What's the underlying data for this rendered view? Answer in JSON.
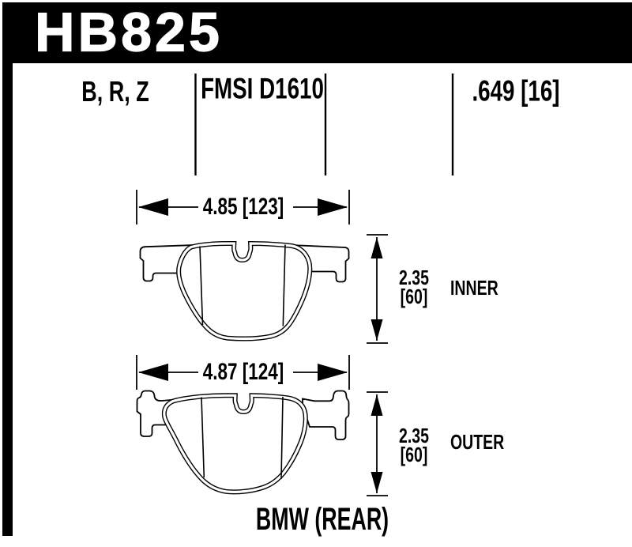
{
  "title_block": {
    "part_number": "HB825"
  },
  "spec_row": {
    "compounds": "B, R, Z",
    "fmsi": "FMSI D1610",
    "pad_thickness": ".649 [16]"
  },
  "inner_pad": {
    "width_dim": "4.85 [123]",
    "thickness_in": "2.35",
    "thickness_mm": "[60]",
    "label": "INNER"
  },
  "outer_pad": {
    "width_dim": "4.87 [124]",
    "thickness_in": "2.35",
    "thickness_mm": "[60]",
    "label": "OUTER"
  },
  "footer": {
    "application": "BMW (REAR)"
  },
  "colors": {
    "banner": "#000000",
    "banner_text": "#ffffff",
    "line": "#000000",
    "background": "#ffffff"
  }
}
